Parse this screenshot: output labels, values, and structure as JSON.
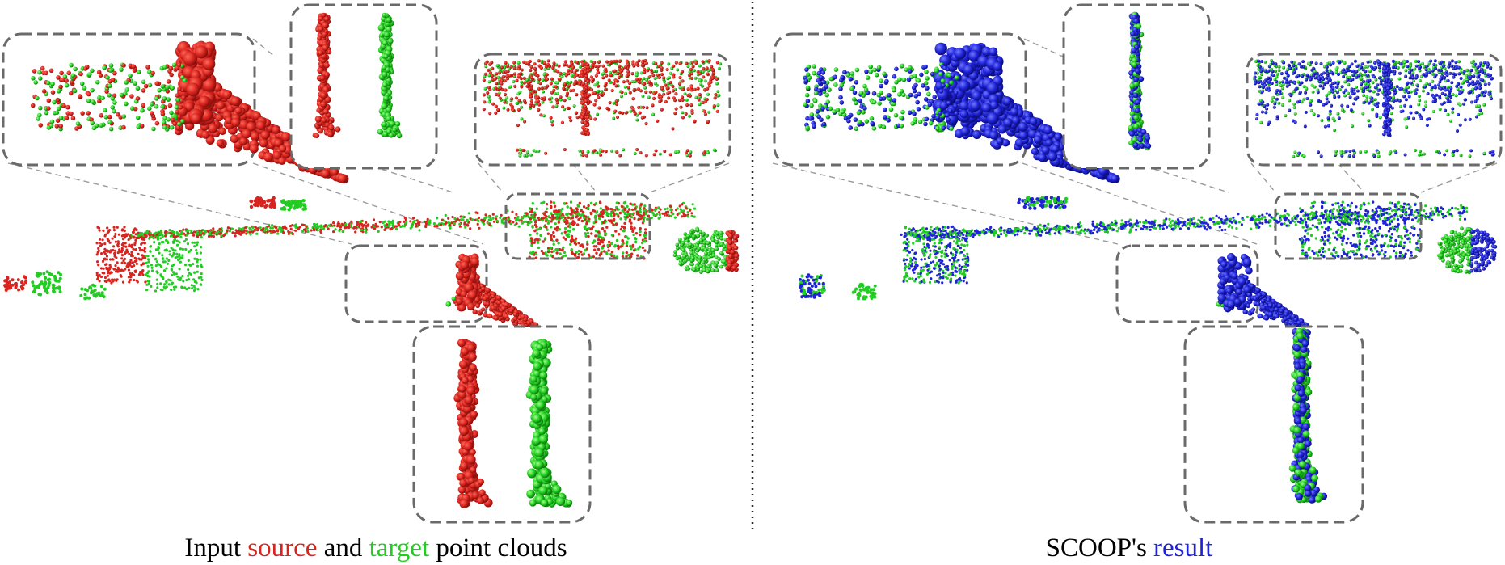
{
  "colors": {
    "source": "#d8241f",
    "target": "#22cc22",
    "result": "#1f22d6",
    "inset_border": "#6a6a6a",
    "divider": "#222222"
  },
  "left_panel": {
    "caption_prefix": "Input ",
    "caption_source": "source",
    "caption_mid": " and ",
    "caption_target": "target",
    "caption_suffix": " point clouds"
  },
  "right_panel": {
    "caption_prefix": "SCOOP's ",
    "caption_result": "result"
  }
}
